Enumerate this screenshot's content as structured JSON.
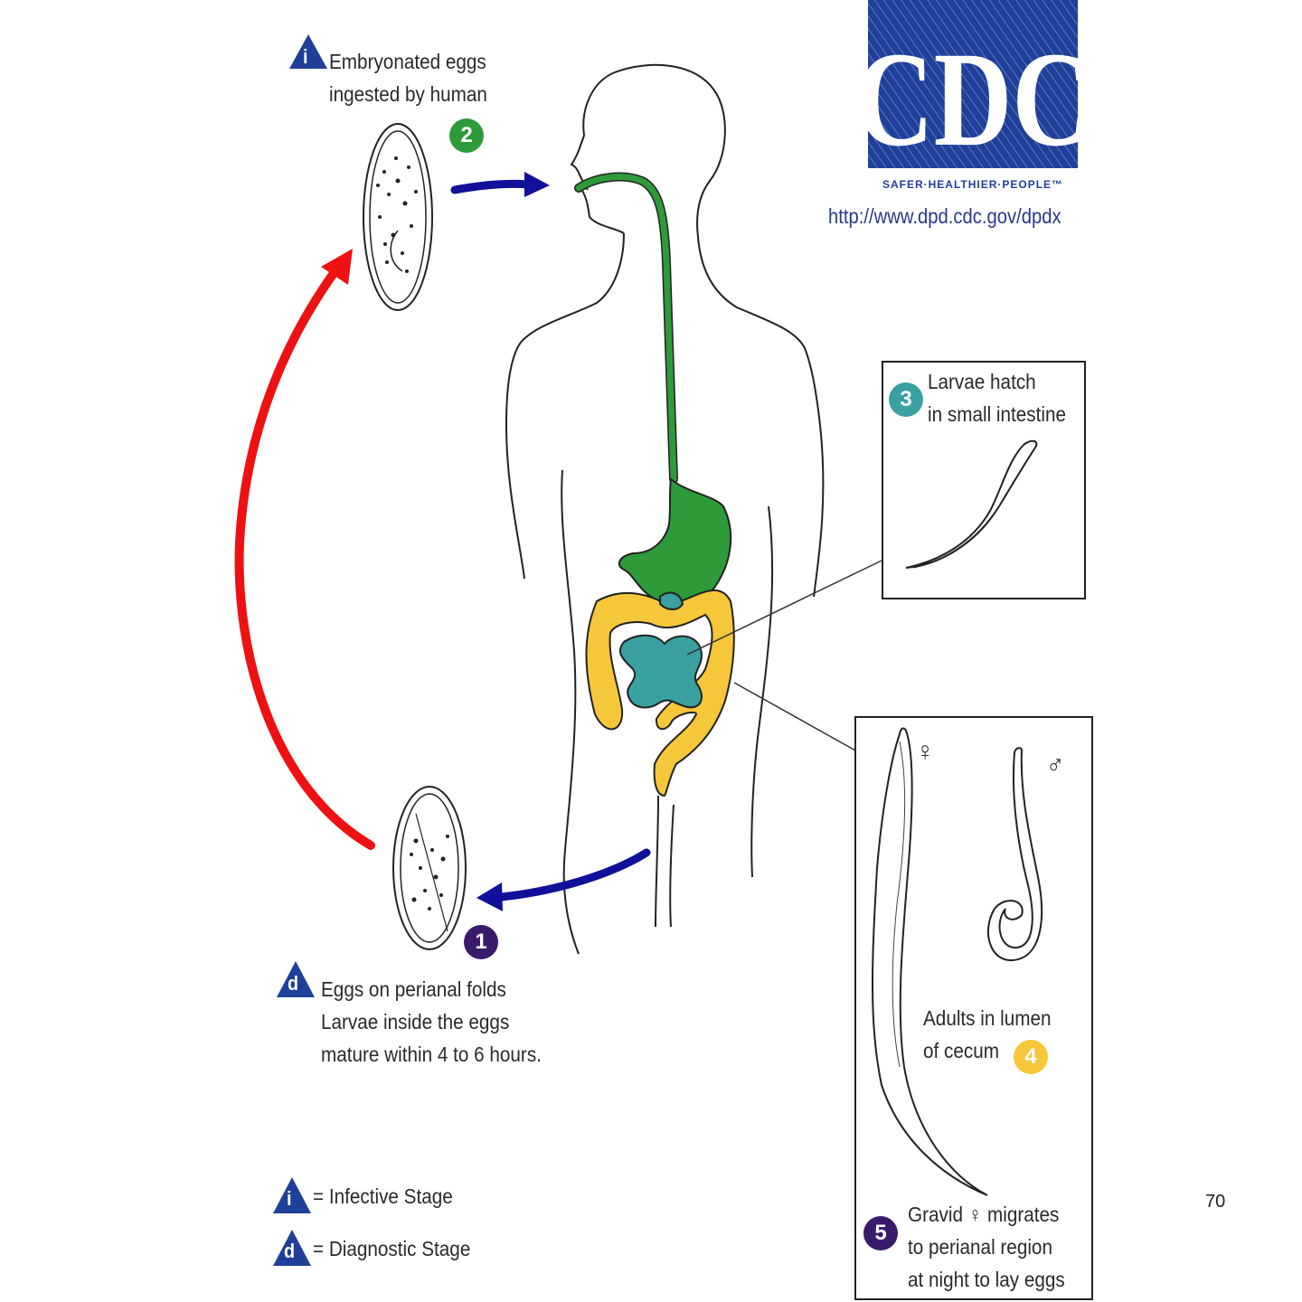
{
  "cdc": {
    "logo_text": "CDC",
    "tagline": "SAFER·HEALTHIER·PEOPLE™",
    "url": "http://www.dpd.cdc.gov/dpdx"
  },
  "stage_markers": {
    "infective_letter": "i",
    "diagnostic_letter": "d"
  },
  "steps": {
    "step1": {
      "number": "1",
      "lines": [
        "Eggs on perianal folds",
        "Larvae inside the eggs",
        "mature within 4 to 6 hours."
      ]
    },
    "step2": {
      "number": "2",
      "lines": [
        "Embryonated eggs",
        "ingested by human"
      ]
    },
    "step3": {
      "number": "3",
      "lines": [
        "Larvae hatch",
        "in small intestine"
      ]
    },
    "step4": {
      "number": "4",
      "lines": [
        "Adults in lumen",
        "of cecum"
      ]
    },
    "step5": {
      "number": "5",
      "lines": [
        "Gravid ♀ migrates",
        "to perianal region",
        "at night to lay eggs"
      ]
    }
  },
  "legend": {
    "infective": "= Infective Stage",
    "diagnostic": "= Diagnostic Stage"
  },
  "sex_symbols": {
    "female": "♀",
    "male": "♂"
  },
  "colors": {
    "cdc_blue": "#1f3f99",
    "arrow_blue": "#10109a",
    "arrow_red": "#ee1111",
    "green": "#2e9a3a",
    "yellow": "#f6c73a",
    "teal": "#3aa0a0",
    "purple": "#3a1a6a"
  },
  "page_number": "70"
}
